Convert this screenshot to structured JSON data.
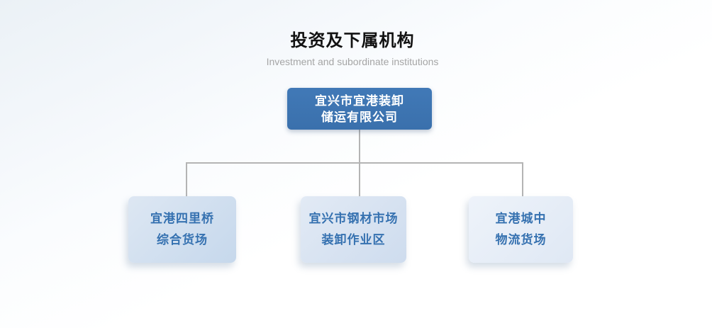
{
  "header": {
    "title": "投资及下属机构",
    "subtitle": "Investment and subordinate institutions"
  },
  "chart": {
    "type": "org-chart",
    "root": {
      "line1": "宜兴市宜港装卸",
      "line2": "储运有限公司"
    },
    "children": [
      {
        "line1": "宜港四里桥",
        "line2": "综合货场"
      },
      {
        "line1": "宜兴市钢材市场",
        "line2": "装卸作业区"
      },
      {
        "line1": "宜港城中",
        "line2": "物流货场"
      }
    ]
  },
  "colors": {
    "root_box": "#3b73b0",
    "root_text": "#ffffff",
    "child_text": "#3571b0",
    "child_box_light": "#dfe9f4",
    "connector": "#b4b4b4",
    "subtitle_text": "#a5a5a5"
  }
}
